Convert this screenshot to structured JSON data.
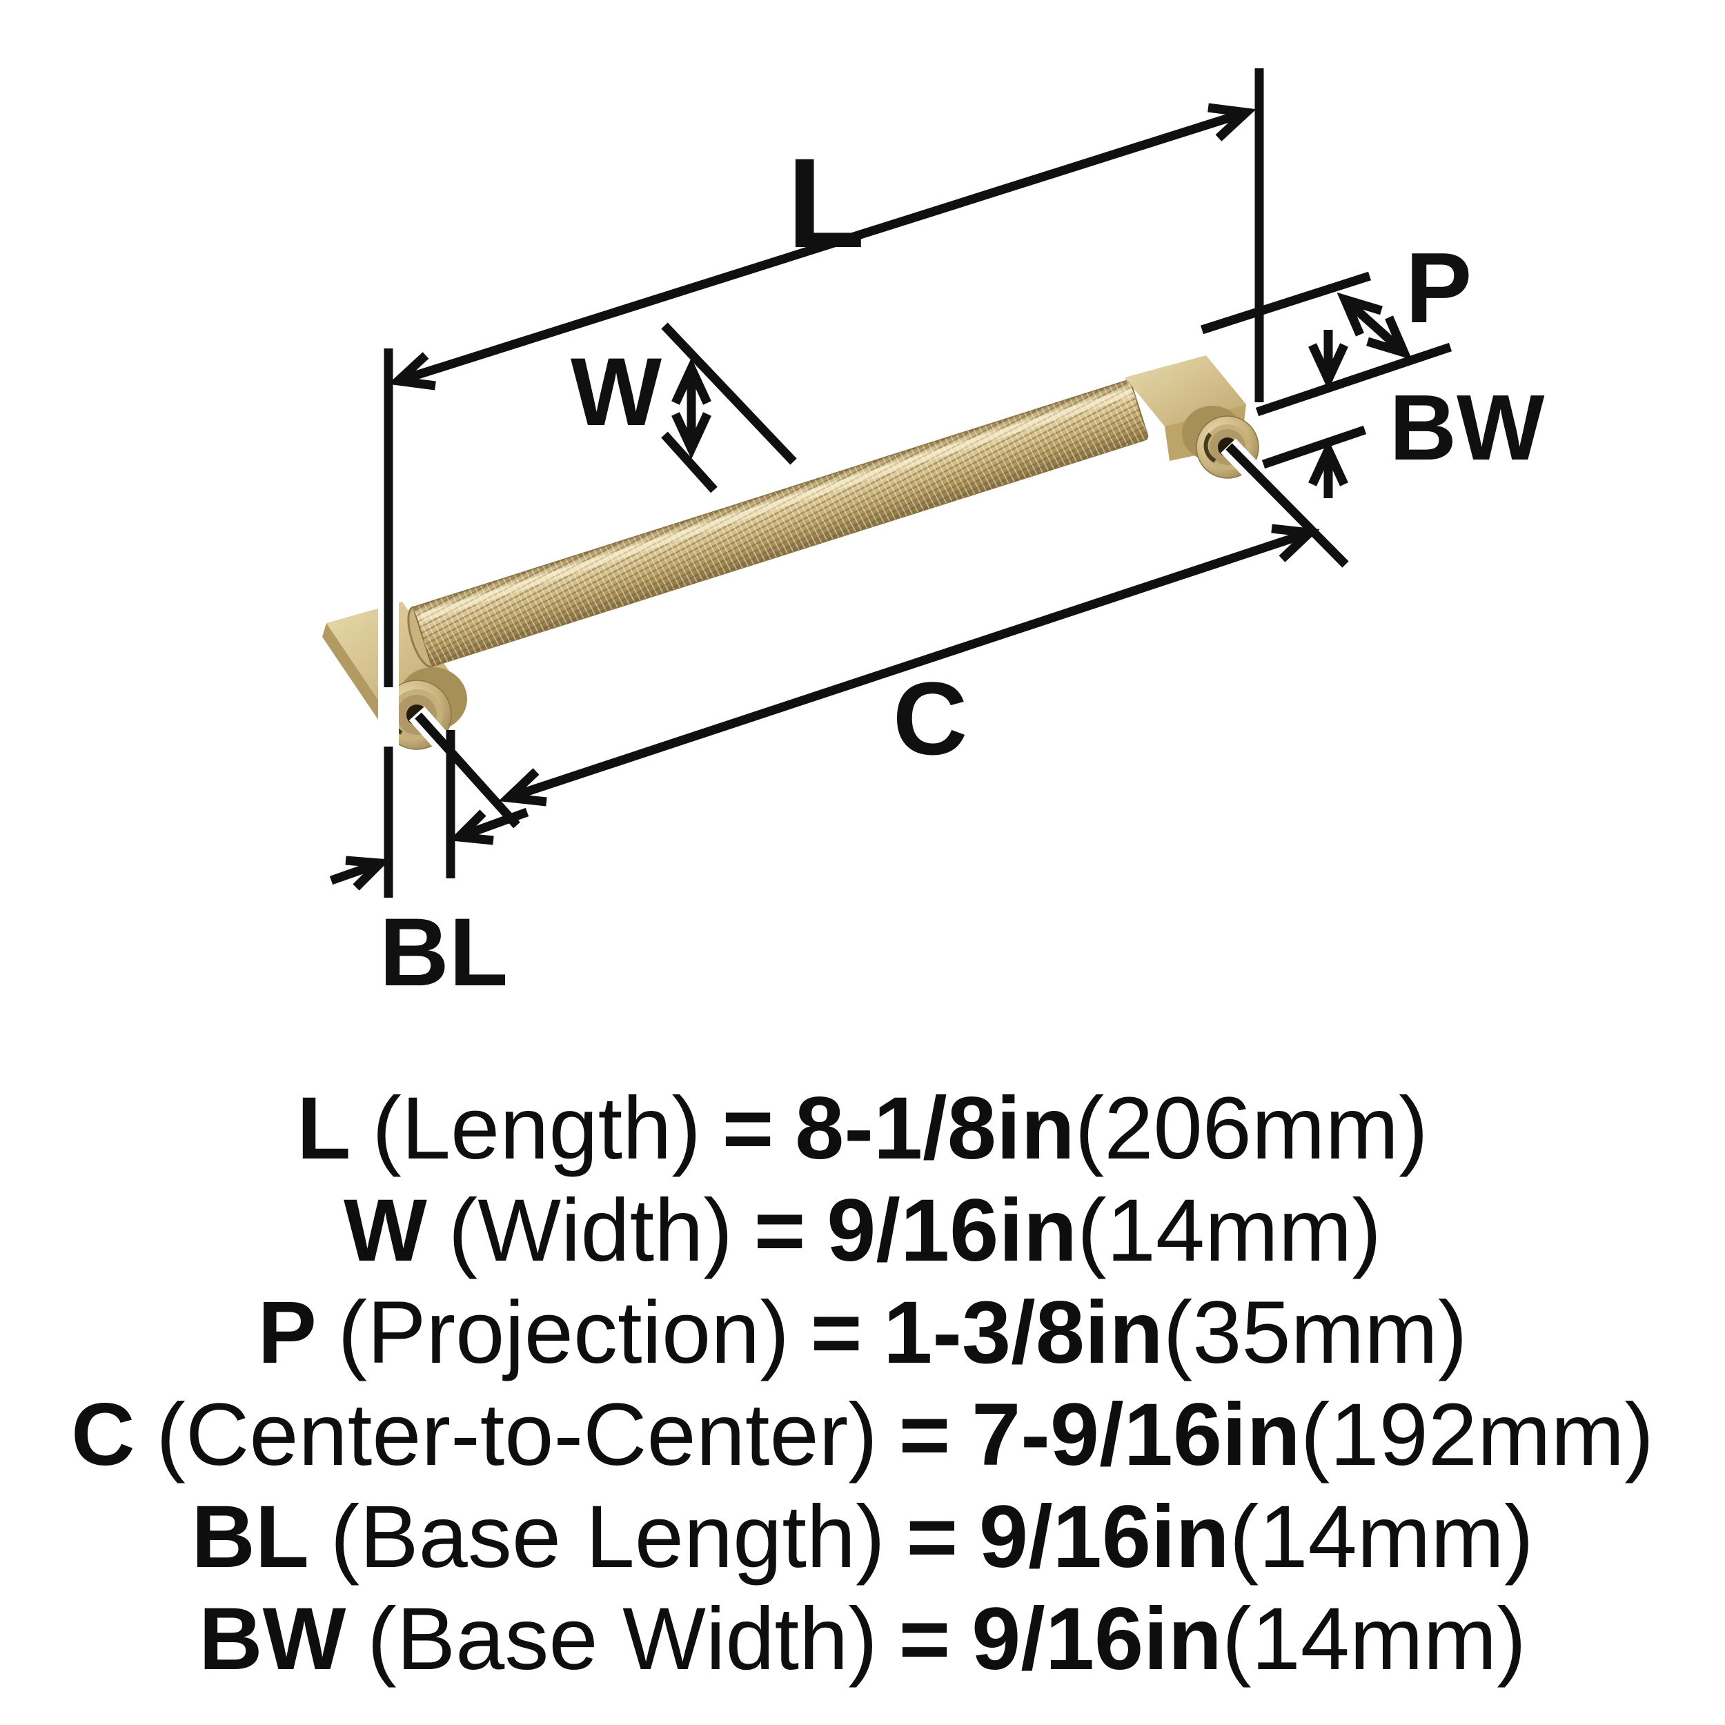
{
  "diagram": {
    "dim_labels": {
      "length": "L",
      "width": "W",
      "projection": "P",
      "center_to_center": "C",
      "base_length": "BL",
      "base_width": "BW"
    }
  },
  "specs": [
    {
      "abbr": "L",
      "name": "(Length)",
      "eq": "=",
      "value": "8-1/8in",
      "metric": "(206mm)"
    },
    {
      "abbr": "W",
      "name": "(Width)",
      "eq": "=",
      "value": "9/16in",
      "metric": "(14mm)"
    },
    {
      "abbr": "P",
      "name": "(Projection)",
      "eq": "=",
      "value": "1-3/8in",
      "metric": "(35mm)"
    },
    {
      "abbr": "C",
      "name": "(Center-to-Center)",
      "eq": "=",
      "value": "7-9/16in",
      "metric": "(192mm)"
    },
    {
      "abbr": "BL",
      "name": "(Base Length)",
      "eq": "=",
      "value": "9/16in",
      "metric": "(14mm)"
    },
    {
      "abbr": "BW",
      "name": "(Base Width)",
      "eq": "=",
      "value": "9/16in",
      "metric": "(14mm)"
    }
  ],
  "colors": {
    "line": "#101010",
    "text": "#0e0e0e",
    "brass_highlight": "#eadcb0",
    "brass_mid": "#cdb783",
    "brass_shadow": "#857043",
    "background": "#ffffff"
  }
}
